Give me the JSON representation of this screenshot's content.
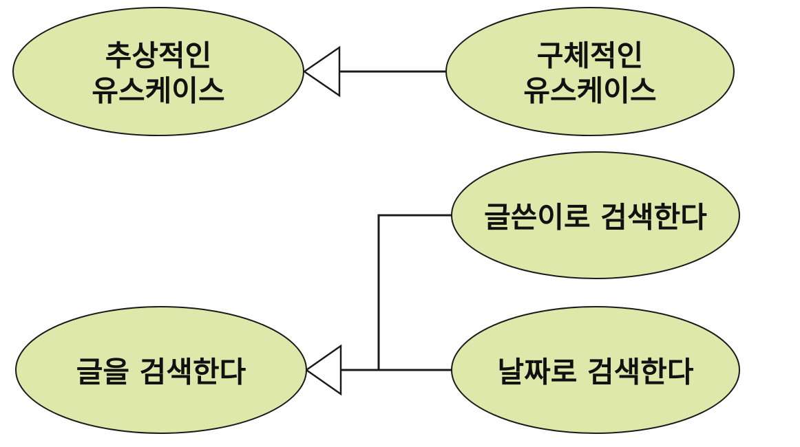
{
  "colors": {
    "usecase_fill": "#dde8aa",
    "stroke": "#1a1a1a",
    "text": "#111111"
  },
  "usecases": {
    "abstract": {
      "line1": "추상적인",
      "line2": "유스케이스"
    },
    "concrete": {
      "line1": "구체적인",
      "line2": "유스케이스"
    },
    "search_by_author": {
      "label": "글쓴이로 검색한다"
    },
    "search_post": {
      "label": "글을 검색한다"
    },
    "search_by_date": {
      "label": "날짜로 검색한다"
    }
  },
  "relationships": [
    {
      "type": "generalization",
      "from": "concrete",
      "to": "abstract"
    },
    {
      "type": "generalization",
      "from": "search_by_author",
      "to": "search_post"
    },
    {
      "type": "generalization",
      "from": "search_by_date",
      "to": "search_post"
    }
  ]
}
